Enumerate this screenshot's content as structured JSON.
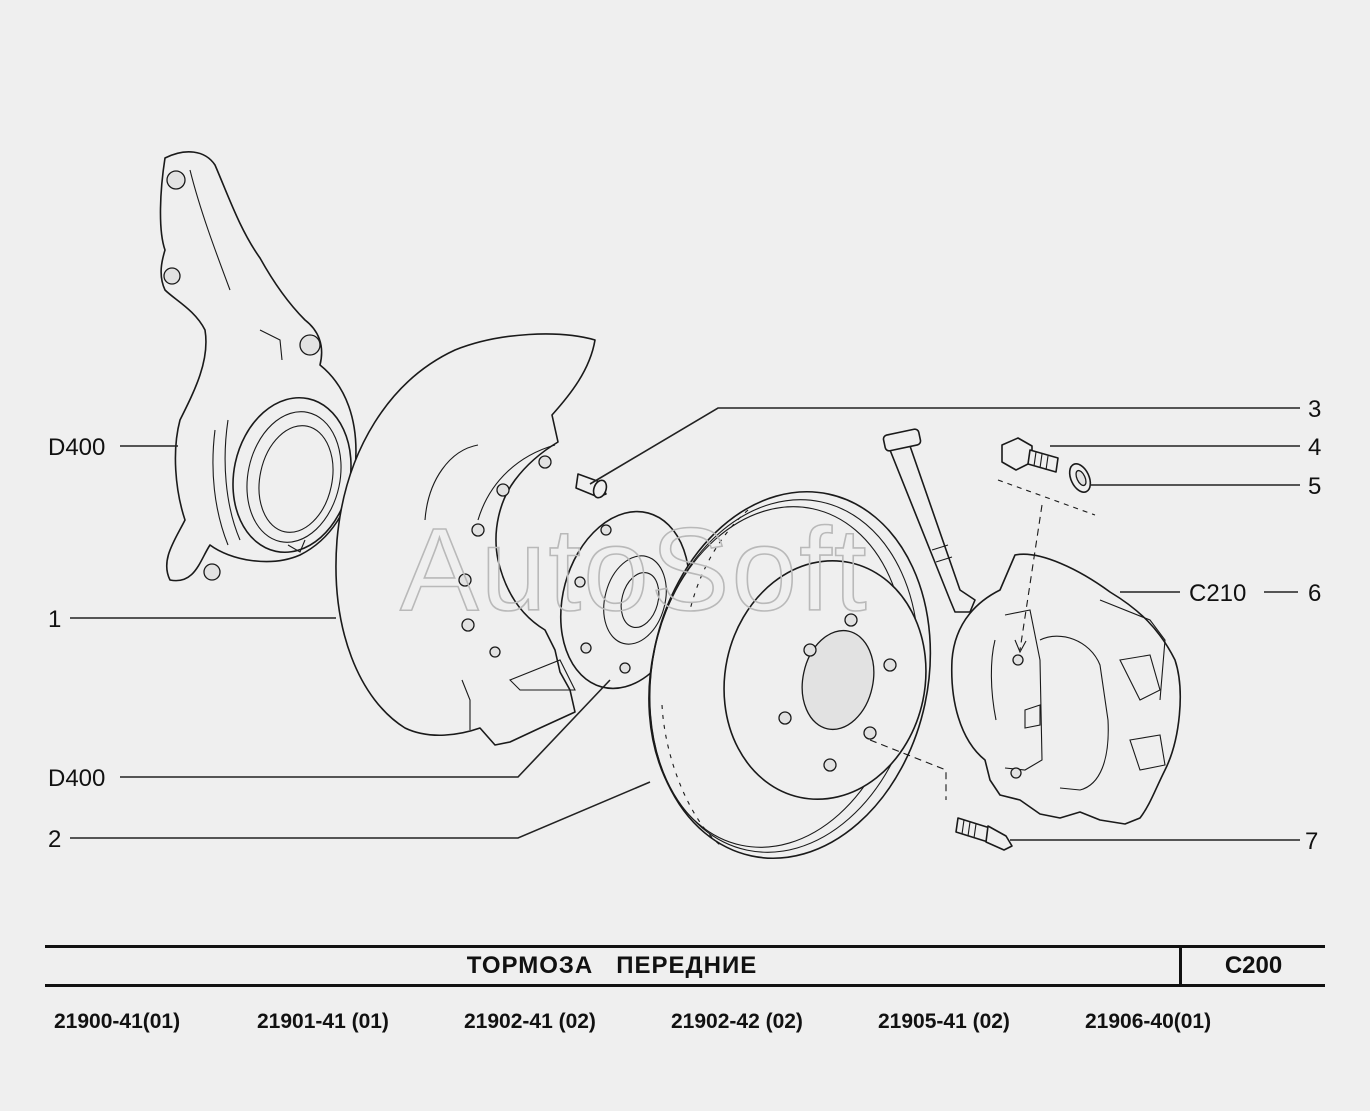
{
  "watermark": "AutoSoft",
  "callouts": [
    {
      "id": "label-d400-top",
      "text": "D400"
    },
    {
      "id": "label-1",
      "text": "1"
    },
    {
      "id": "label-d400-bottom",
      "text": "D400"
    },
    {
      "id": "label-2",
      "text": "2"
    },
    {
      "id": "label-3",
      "text": "3"
    },
    {
      "id": "label-4",
      "text": "4"
    },
    {
      "id": "label-5",
      "text": "5"
    },
    {
      "id": "label-c210",
      "text": "C210"
    },
    {
      "id": "label-6",
      "text": "6"
    },
    {
      "id": "label-7",
      "text": "7"
    }
  ],
  "title_block": {
    "title": "ТОРМОЗА   ПЕРЕДНИЕ",
    "code": "C200"
  },
  "models": [
    "21900-41(01)",
    "21901-41 (01)",
    "21902-41 (02)",
    "21902-42 (02)",
    "21905-41 (02)",
    "21906-40(01)"
  ],
  "colors": {
    "background": "#efefef",
    "line": "#1a1a1a",
    "watermark": "#b9b9b9"
  }
}
